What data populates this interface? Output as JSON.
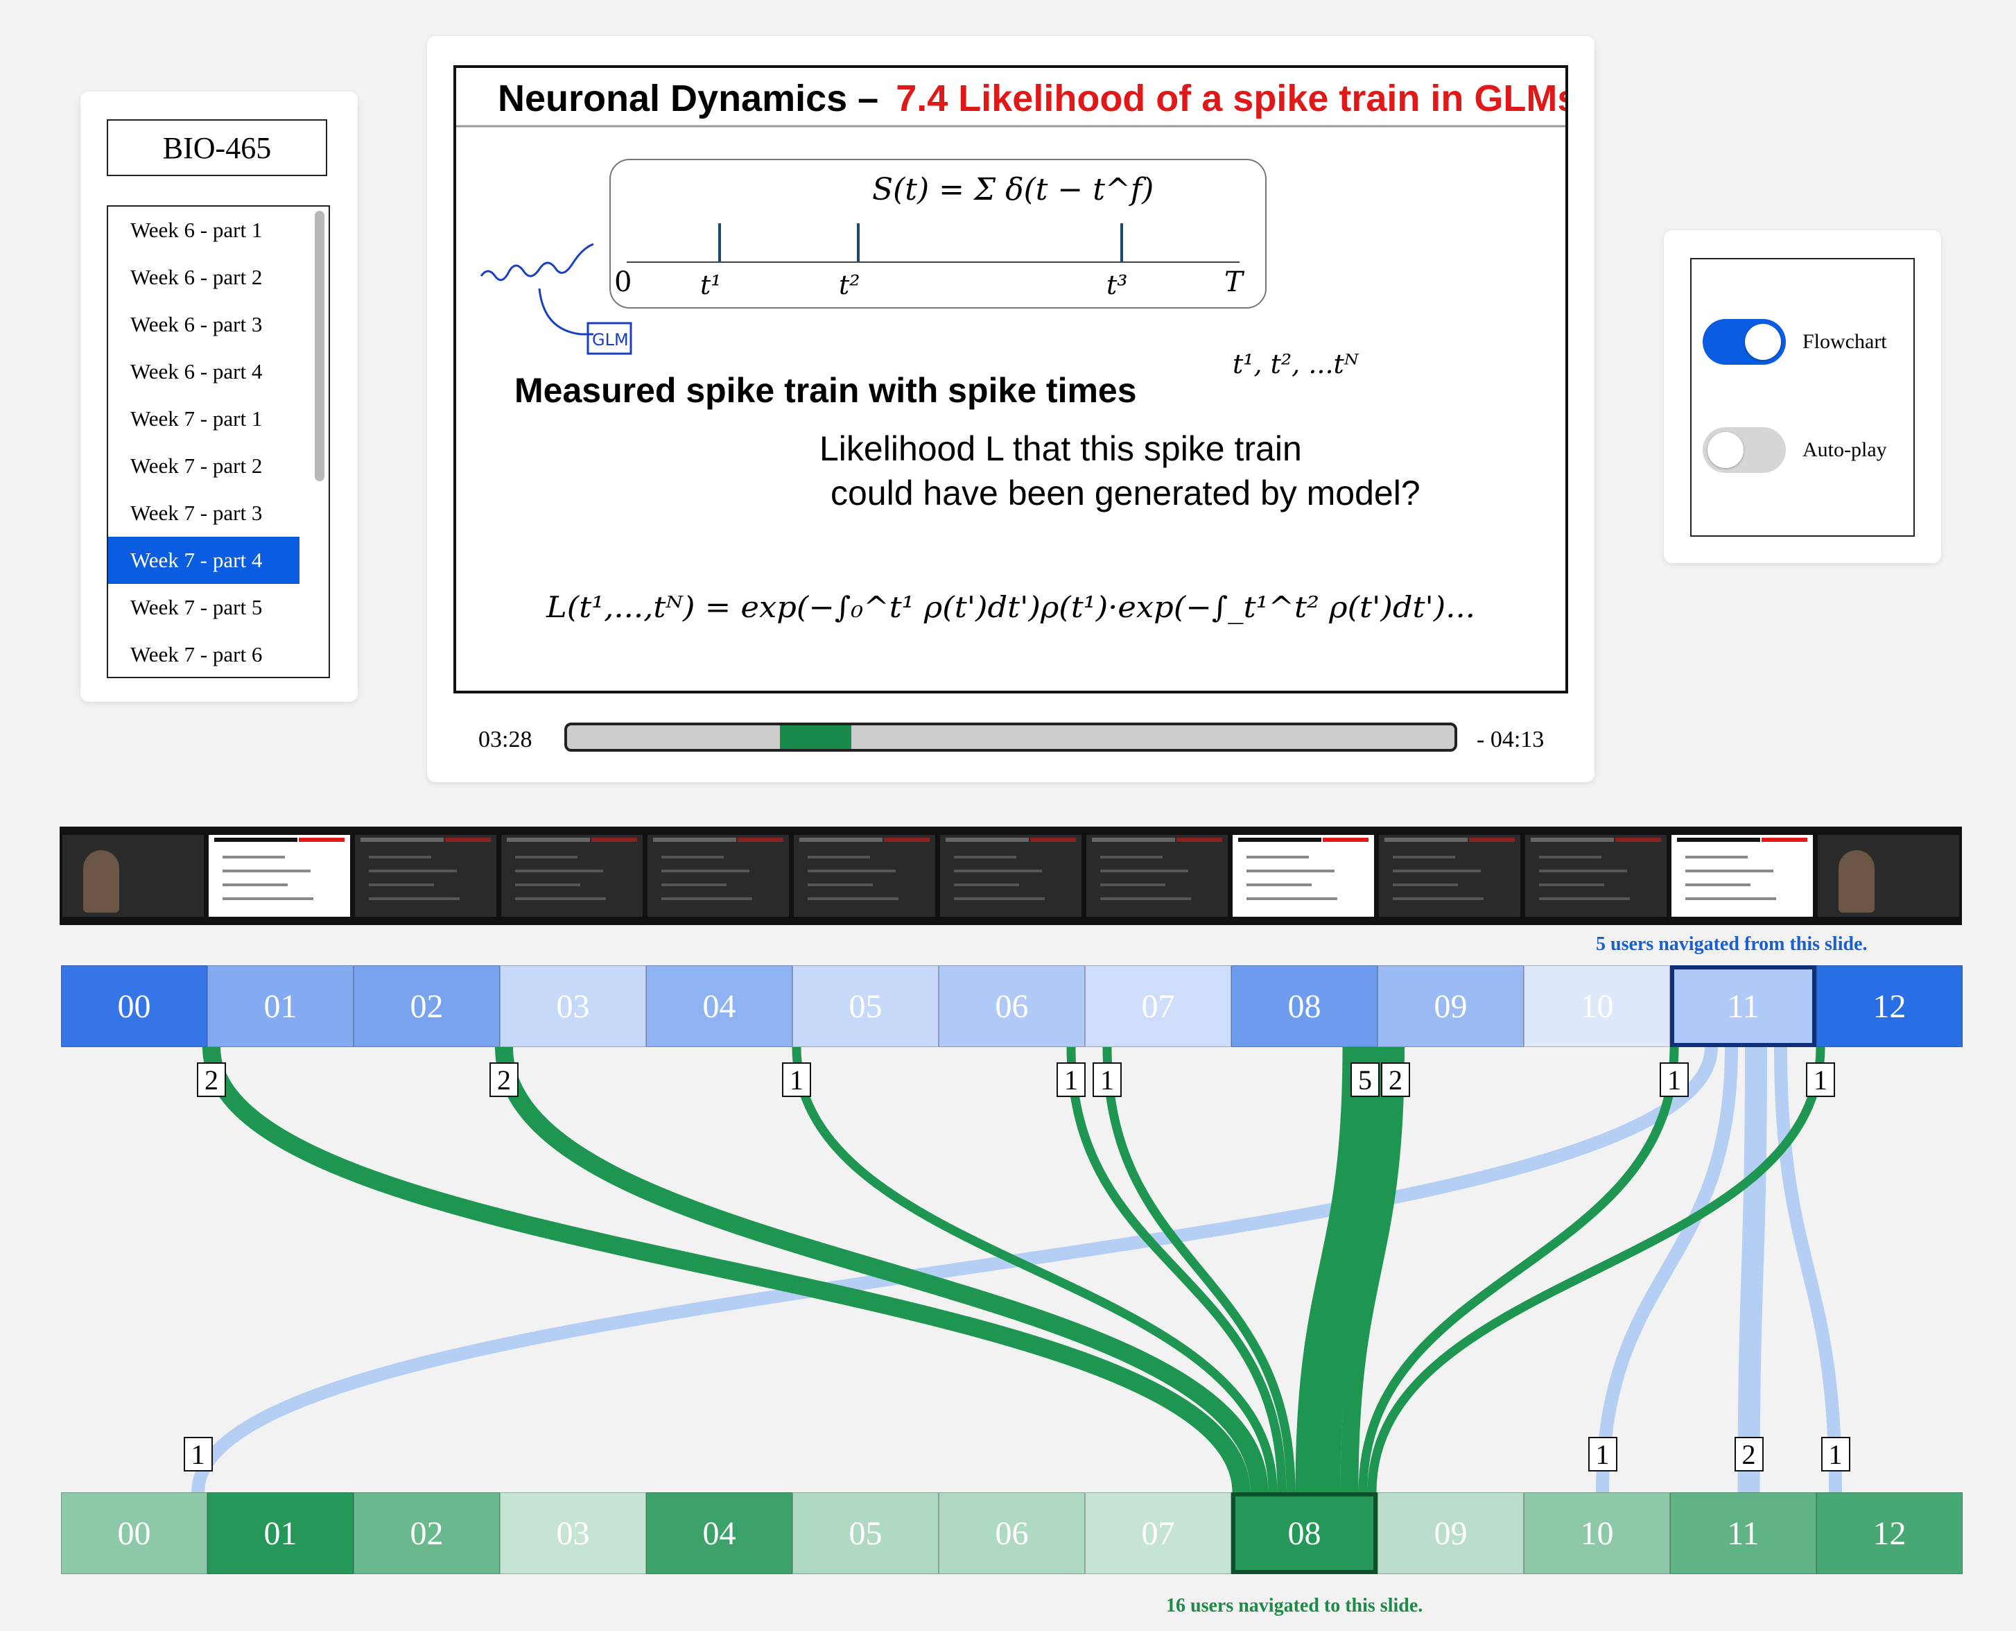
{
  "course": {
    "code": "BIO-465",
    "lectures": [
      {
        "label": "Week 6 - part 1",
        "selected": false
      },
      {
        "label": "Week 6 - part 2",
        "selected": false
      },
      {
        "label": "Week 6 - part 3",
        "selected": false
      },
      {
        "label": "Week 6 - part 4",
        "selected": false
      },
      {
        "label": "Week 7 - part 1",
        "selected": false
      },
      {
        "label": "Week 7 - part 2",
        "selected": false
      },
      {
        "label": "Week 7 - part 3",
        "selected": false
      },
      {
        "label": "Week 7 - part 4",
        "selected": true
      },
      {
        "label": "Week 7 - part 5",
        "selected": false
      },
      {
        "label": "Week 7 - part 6",
        "selected": false
      }
    ]
  },
  "video": {
    "slide": {
      "title_black": "Neuronal Dynamics –",
      "title_red": "7.4 Likelihood of a spike train in GLMs",
      "formula_spike_train": "S(t) = Σ δ(t − t^f)",
      "axis_zero": "0",
      "axis_end": "T",
      "spike_labels": [
        "t¹",
        "t²",
        "t³"
      ],
      "spike_times": "t¹, t², ...tᴺ",
      "annotation": "GLM",
      "heading": "Measured spike train with spike times",
      "question_line1": "Likelihood L that this spike train",
      "question_line2": "could have been generated by model?",
      "likelihood_formula": "L(t¹,...,tᴺ) = exp(−∫₀^t¹ ρ(t')dt')ρ(t¹)·exp(−∫_t¹^t² ρ(t')dt')..."
    },
    "time_current": "03:28",
    "time_remaining": "- 04:13",
    "progress_segment": {
      "start": 0.24,
      "end": 0.32
    }
  },
  "settings": {
    "flowchart": {
      "label": "Flowchart",
      "on": true
    },
    "autoplay": {
      "label": "Auto-play",
      "on": false
    }
  },
  "navigation": {
    "slides": [
      "00",
      "01",
      "02",
      "03",
      "04",
      "05",
      "06",
      "07",
      "08",
      "09",
      "10",
      "11",
      "12"
    ],
    "bright_thumbnails": [
      1,
      8,
      11
    ],
    "selected_source": 11,
    "selected_target": 8,
    "source_caption": "5 users navigated from this slide.",
    "target_caption": "16 users navigated to this slide.",
    "source_intensity": [
      0.9,
      0.55,
      0.6,
      0.25,
      0.5,
      0.25,
      0.35,
      0.22,
      0.65,
      0.45,
      0.15,
      0.35,
      0.95
    ],
    "target_intensity": [
      0.5,
      0.95,
      0.65,
      0.25,
      0.85,
      0.35,
      0.35,
      0.25,
      0.95,
      0.3,
      0.5,
      0.7,
      0.8
    ],
    "colors": {
      "source": "#1f66e5",
      "target": "#1a9250",
      "outgoing_flow": "#a9c8f5",
      "incoming_flow": "#1e9651"
    },
    "incoming_flows": [
      {
        "from": 1,
        "to": 8,
        "count": 2
      },
      {
        "from": 3,
        "to": 8,
        "count": 2
      },
      {
        "from": 5,
        "to": 8,
        "count": 1
      },
      {
        "from": 7,
        "to": 8,
        "count": 1
      },
      {
        "from": 7,
        "to": 8,
        "count": 1
      },
      {
        "from": 9,
        "to": 8,
        "count": 5
      },
      {
        "from": 9,
        "to": 8,
        "count": 2
      },
      {
        "from": 11,
        "to": 8,
        "count": 1
      },
      {
        "from": 12,
        "to": 8,
        "count": 1
      }
    ],
    "outgoing_flows": [
      {
        "from": 11,
        "to": 0,
        "count": 1
      },
      {
        "from": 11,
        "to": 10,
        "count": 1
      },
      {
        "from": 11,
        "to": 11,
        "count": 2
      },
      {
        "from": 11,
        "to": 12,
        "count": 1
      }
    ]
  }
}
